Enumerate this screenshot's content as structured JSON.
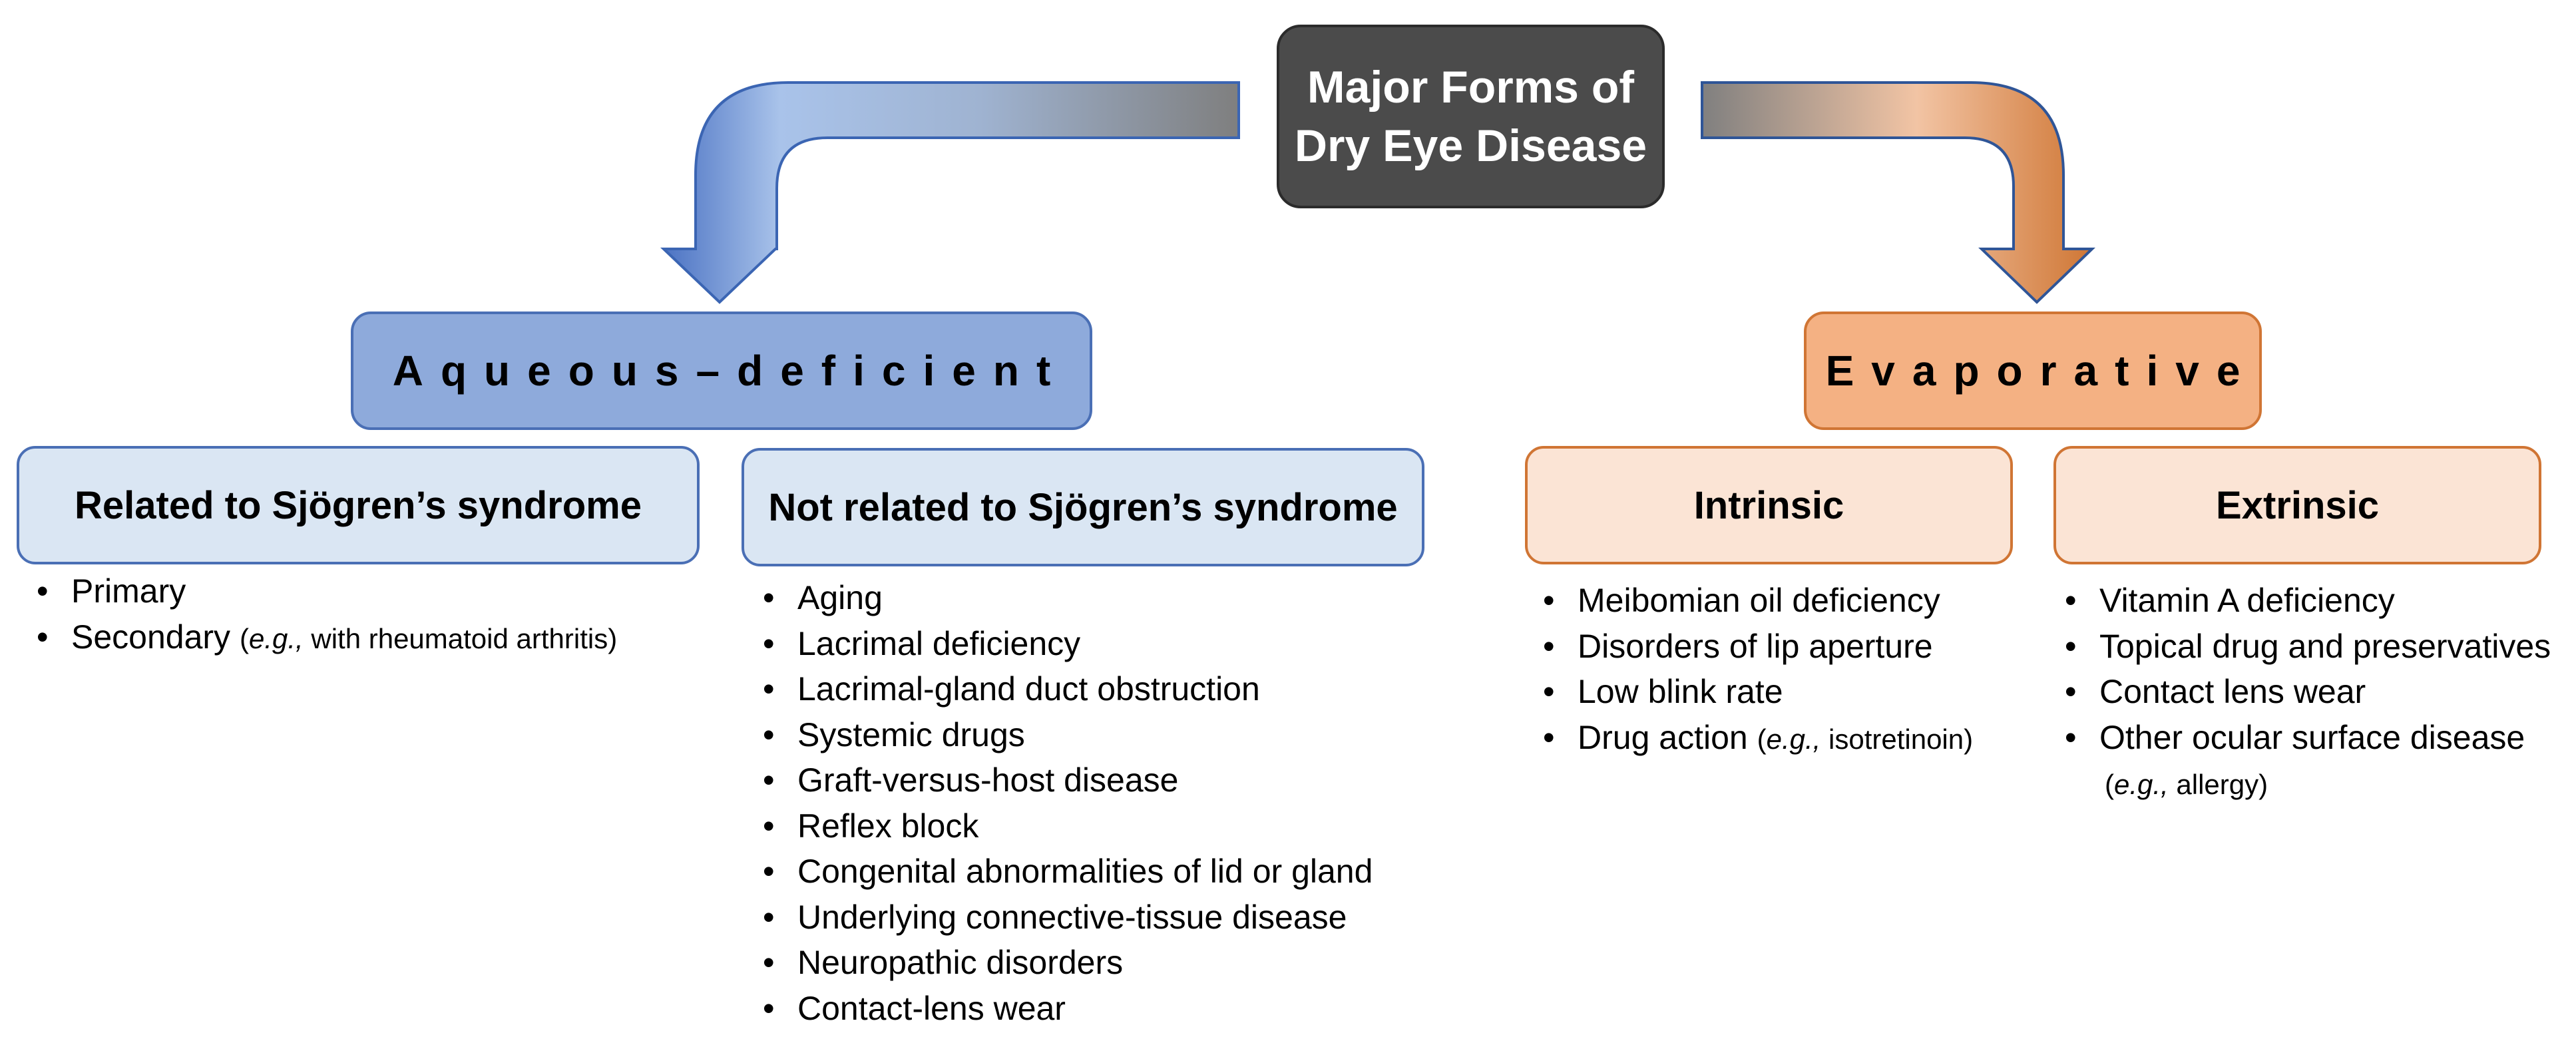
{
  "root": {
    "title_line1": "Major Forms of",
    "title_line2": "Dry Eye Disease",
    "color": "#4b4b4b"
  },
  "categories": [
    {
      "label": "Aqueous–deficient",
      "color": "#8eaadb",
      "border": "#4a6fb5"
    },
    {
      "label": "Evaporative",
      "color": "#f4b183",
      "border": "#d07534"
    }
  ],
  "groups": [
    {
      "title": "Related to Sjögren’s syndrome",
      "items": [
        {
          "text": "Primary"
        },
        {
          "text": "Secondary",
          "example_prefix": "e.g.,",
          "example": "with rheumatoid arthritis"
        }
      ]
    },
    {
      "title": "Not related to Sjögren’s syndrome",
      "items": [
        {
          "text": "Aging"
        },
        {
          "text": "Lacrimal deficiency"
        },
        {
          "text": "Lacrimal-gland duct obstruction"
        },
        {
          "text": "Systemic drugs"
        },
        {
          "text": "Graft-versus-host disease"
        },
        {
          "text": "Reflex block"
        },
        {
          "text": "Congenital abnormalities of lid or gland"
        },
        {
          "text": "Underlying connective-tissue disease"
        },
        {
          "text": "Neuropathic disorders"
        },
        {
          "text": "Contact-lens wear"
        }
      ]
    },
    {
      "title": "Intrinsic",
      "items": [
        {
          "text": "Meibomian oil deficiency"
        },
        {
          "text": "Disorders of lip aperture"
        },
        {
          "text": "Low blink rate"
        },
        {
          "text": "Drug action",
          "example_prefix": "e.g.,",
          "example": "isotretinoin"
        }
      ]
    },
    {
      "title": "Extrinsic",
      "items": [
        {
          "text": "Vitamin A deficiency"
        },
        {
          "text": "Topical drug and preservatives"
        },
        {
          "text": "Contact lens wear"
        },
        {
          "text": "Other ocular surface disease"
        }
      ],
      "continuation": {
        "example_prefix": "e.g.,",
        "example": "allergy"
      }
    }
  ]
}
